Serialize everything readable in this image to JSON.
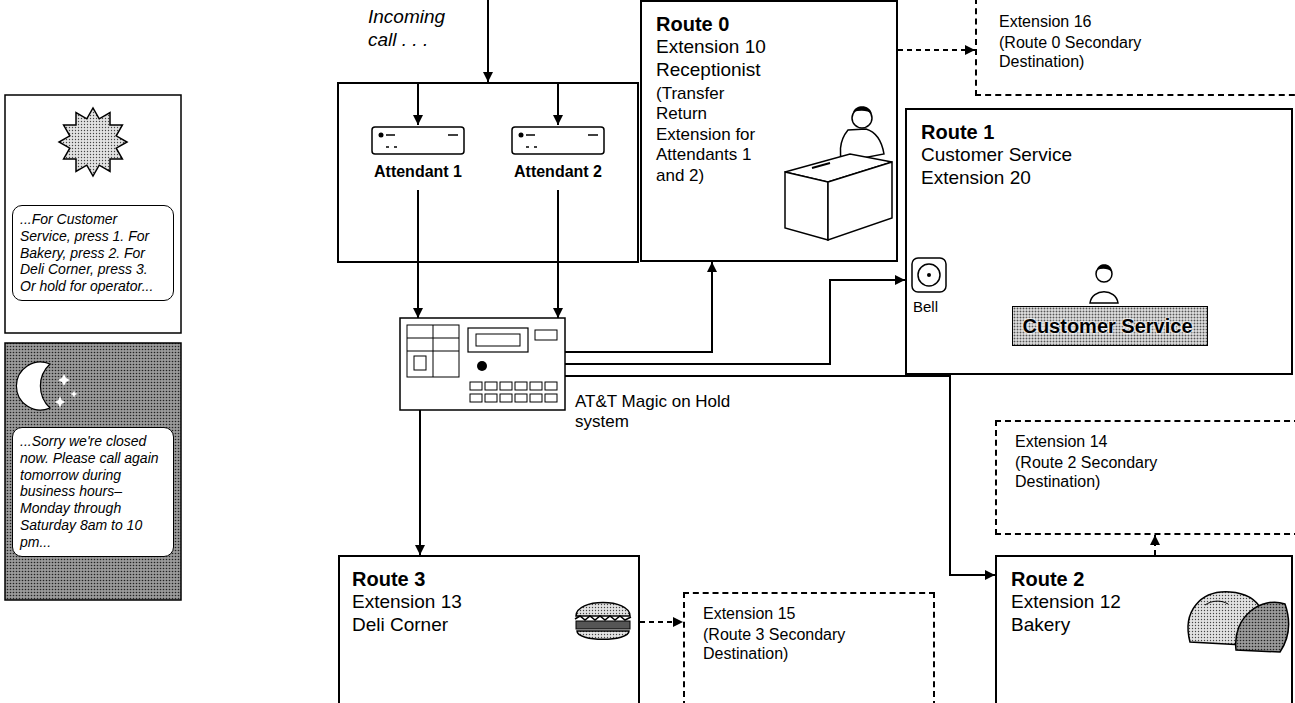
{
  "diagram": {
    "nodes": [
      {
        "text": [
          "...For Customer Service, press 1. For Bakery, press 2. For Deli Corner, press 3. Or hold for operator..."
        ]
      },
      {
        "text": [
          "...Sorry we're closed now. Please call again tomorrow during business hours– Monday through Saturday 8am to 10 pm..."
        ]
      },
      {
        "text": [
          "Attendant 1"
        ]
      },
      {
        "text": [
          "Attendant 2"
        ]
      },
      {
        "text": [
          "Route 0",
          "Extension 10",
          "Receptionist",
          "(Transfer Return Extension for Attendants 1 and 2)"
        ]
      },
      {
        "text": [
          "Extension 16",
          "(Route 0 Secondary Destination)"
        ]
      },
      {
        "text": [
          "Route 1",
          "Customer Service",
          "Extension 20"
        ]
      },
      {
        "text": [
          "Customer Service"
        ],
        "in": 6
      },
      {
        "text": [
          "AT&T Magic on Hold system"
        ]
      },
      {
        "text": [
          "Extension 14",
          "(Route 2 Secondary Destination)"
        ]
      },
      {
        "text": [
          "Route 3",
          "Extension 13",
          "Deli Corner"
        ]
      },
      {
        "text": [
          "Extension 15",
          "(Route 3 Secondary Destination)"
        ]
      },
      {
        "text": [
          "Route 2",
          "Extension 12",
          "Bakery"
        ]
      }
    ],
    "edges": [
      {
        "from": 2,
        "to": 8,
        "arrow": "to"
      },
      {
        "from": 3,
        "to": 8,
        "arrow": "to"
      },
      {
        "from": 8,
        "to": 4,
        "arrow": "to"
      },
      {
        "from": 8,
        "to": 6,
        "arrow": "to"
      },
      {
        "from": 8,
        "to": 12,
        "arrow": "to"
      },
      {
        "from": 8,
        "to": 10,
        "arrow": "to"
      },
      {
        "from": 4,
        "to": 5,
        "arrow": "to"
      },
      {
        "from": 12,
        "to": 9,
        "arrow": "to"
      },
      {
        "from": 10,
        "to": 11,
        "arrow": "to"
      }
    ],
    "labels": [
      "Incoming call . . .",
      "Bell"
    ]
  }
}
